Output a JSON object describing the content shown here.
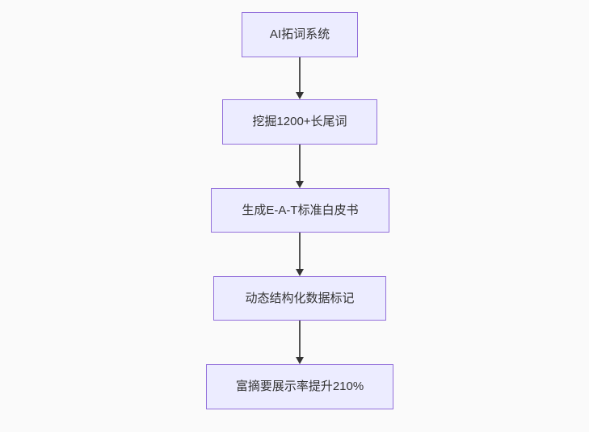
{
  "diagram": {
    "type": "flowchart-top-down",
    "colors": {
      "background": "#fafafa",
      "node_fill": "#ECECFF",
      "node_border": "#9370DB",
      "edge_line": "#545454",
      "arrowhead": "#333333",
      "text": "#333333"
    },
    "nodes": [
      {
        "id": "n1",
        "label": "AI拓词系统"
      },
      {
        "id": "n2",
        "label": "挖掘1200+长尾词"
      },
      {
        "id": "n3",
        "label": "生成E-A-T标准白皮书"
      },
      {
        "id": "n4",
        "label": "动态结构化数据标记"
      },
      {
        "id": "n5",
        "label": "富摘要展示率提升210%"
      }
    ],
    "edges": [
      {
        "from": "n1",
        "to": "n2",
        "style": "arrow-down"
      },
      {
        "from": "n2",
        "to": "n3",
        "style": "arrow-down"
      },
      {
        "from": "n3",
        "to": "n4",
        "style": "arrow-down"
      },
      {
        "from": "n4",
        "to": "n5",
        "style": "arrow-down"
      }
    ]
  }
}
